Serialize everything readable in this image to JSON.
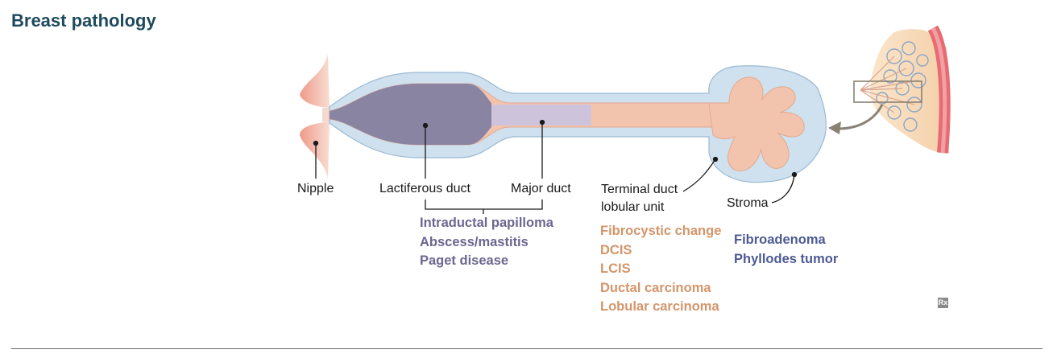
{
  "title": "Breast pathology",
  "labels": {
    "nipple": "Nipple",
    "lactiferous_duct": "Lactiferous duct",
    "major_duct": "Major duct",
    "terminal_duct_line1": "Terminal duct",
    "terminal_duct_line2": "lobular unit",
    "stroma": "Stroma"
  },
  "duct_conditions": [
    "Intraductal papilloma",
    "Abscess/mastitis",
    "Paget disease"
  ],
  "tdlu_conditions": [
    "Fibrocystic change",
    "DCIS",
    "LCIS",
    "Ductal carcinoma",
    "Lobular carcinoma"
  ],
  "stroma_conditions": [
    "Fibroadenoma",
    "Phyllodes tumor"
  ],
  "badge": "Rx",
  "colors": {
    "title": "#1f4a5e",
    "duct_conditions": "#6b6690",
    "tdlu_conditions": "#d4956a",
    "stroma_conditions": "#4d5a94",
    "stroma_fill": "#cfe0ee",
    "epithelium_fill": "#f3c4ad",
    "lactiferous_fill": "#8a84a3",
    "major_duct_fill": "#cdc3da"
  }
}
